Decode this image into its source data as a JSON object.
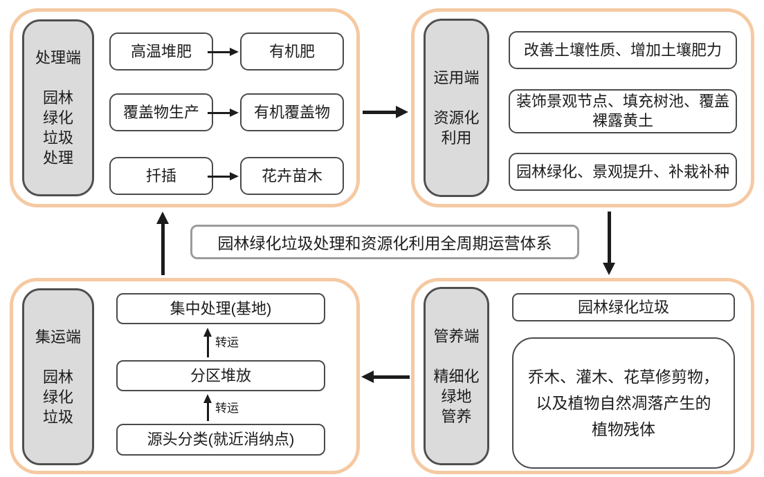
{
  "colors": {
    "panel_border": "#f5c9a2",
    "side_box_fill": "#dbdbdb",
    "side_box_border": "#4f4f4f",
    "white_box_border": "#4a4a4a",
    "banner_border": "#9b9b9b",
    "arrow": "#1c1c1c"
  },
  "banner": {
    "label": "园林绿化垃圾处理和资源化利用全周期运营体系"
  },
  "panels": {
    "process": {
      "side_label": "处理端\n\n园林\n绿化\n垃圾\n处理",
      "rows": [
        {
          "source": "高温堆肥",
          "product": "有机肥"
        },
        {
          "source": "覆盖物生产",
          "product": "有机覆盖物"
        },
        {
          "source": "扦插",
          "product": "花卉苗木"
        }
      ]
    },
    "apply": {
      "side_label": "运用端\n\n资源化\n利用",
      "items": [
        "改善土壤性质、增加土壤肥力",
        "装饰景观节点、填充树池、覆盖\n裸露黄土",
        "园林绿化、景观提升、补栽补种"
      ]
    },
    "collect": {
      "side_label": "集运端\n\n园林\n绿化\n垃圾",
      "steps": [
        "集中处理(基地)",
        "分区堆放",
        "源头分类(就近消纳点)"
      ],
      "transfer_label": "转运"
    },
    "manage": {
      "side_label": "管养端\n\n精细化\n绿地\n管养",
      "items": [
        "园林绿化垃圾"
      ],
      "detail": "乔木、灌木、花草修剪物，\n以及植物自然凋落产生的\n植物残体"
    }
  }
}
